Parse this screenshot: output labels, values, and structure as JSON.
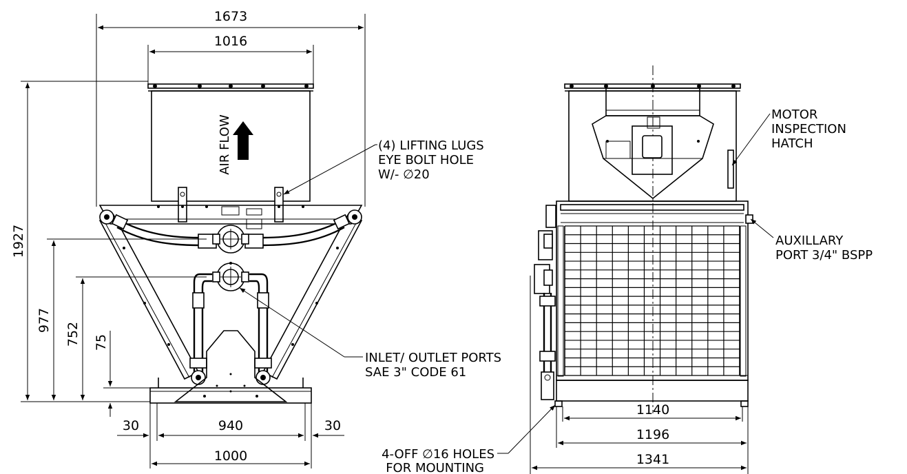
{
  "front_view": {
    "dim_overall_width": "1673",
    "dim_plenum_width": "1016",
    "dim_overall_height": "1927",
    "dim_upper_port_height": "977",
    "dim_lower_port_height": "752",
    "dim_base_height": "75",
    "dim_left_offset": "30",
    "dim_hole_spacing": "940",
    "dim_right_offset": "30",
    "dim_base_width": "1000",
    "airflow_label": "AIR FLOW",
    "lifting_lugs_note": [
      "(4) LIFTING LUGS",
      "EYE BOLT HOLE",
      "W/-  ∅20"
    ],
    "ports_note": [
      "INLET/ OUTLET PORTS",
      "SAE 3\" CODE 61"
    ],
    "mounting_note": [
      "4-OFF ∅16 HOLES",
      "FOR MOUNTING"
    ]
  },
  "side_view": {
    "motor_note": [
      "MOTOR",
      "INSPECTION",
      "HATCH"
    ],
    "aux_port_note": [
      "AUXILLARY",
      "PORT 3/4\" BSPP"
    ],
    "dim_hole_spacing": "1140",
    "dim_frame_width": "1196",
    "dim_overall_depth": "1341"
  }
}
